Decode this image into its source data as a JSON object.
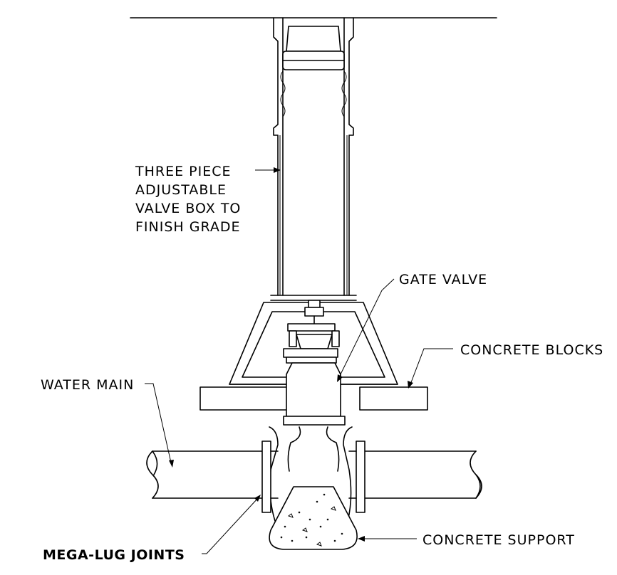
{
  "labels": {
    "valve_box_line1": "THREE PIECE",
    "valve_box_line2": "ADJUSTABLE",
    "valve_box_line3": "VALVE BOX TO",
    "valve_box_line4": "FINISH GRADE",
    "gate_valve": "GATE VALVE",
    "concrete_blocks": "CONCRETE BLOCKS",
    "water_main": "WATER MAIN",
    "concrete_support": "CONCRETE SUPPORT",
    "mega_lug_joints": "MEGA-LUG JOINTS"
  }
}
